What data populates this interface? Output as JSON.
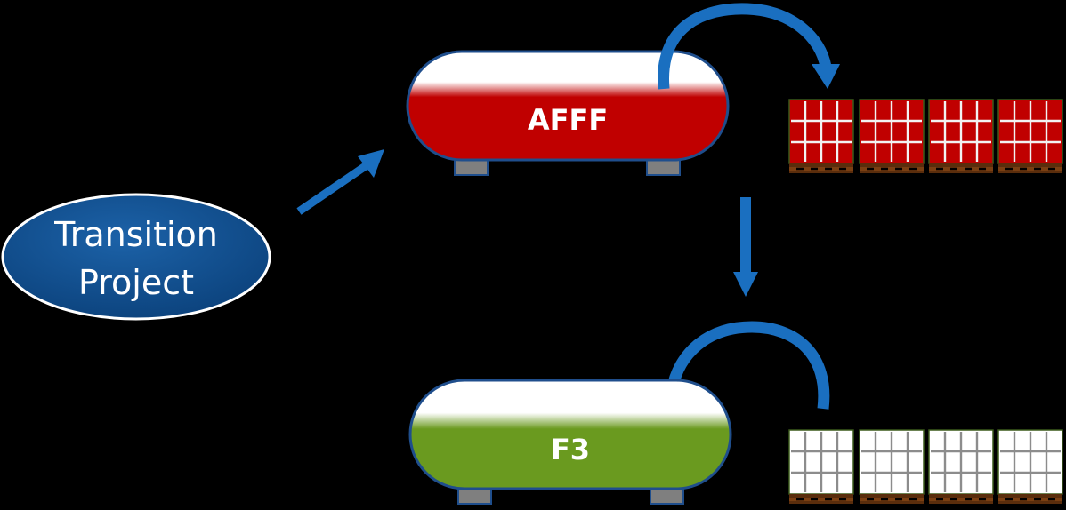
{
  "project": {
    "line1": "Transition",
    "line2": "Project"
  },
  "tanks": {
    "top": {
      "label": "AFFF",
      "color": "#c00000"
    },
    "bottom": {
      "label": "F3",
      "color": "#6a9a1f"
    }
  },
  "colors": {
    "arrow": "#1a6fc0",
    "ellipse": "#0d4d8f",
    "tank_outline": "#1f4e8c",
    "leg": "#7f7f7f",
    "pallet": "#5a2d0c"
  },
  "icons": {
    "tote_filled": "ibc-tote-red-icon",
    "tote_empty": "ibc-tote-white-icon"
  }
}
